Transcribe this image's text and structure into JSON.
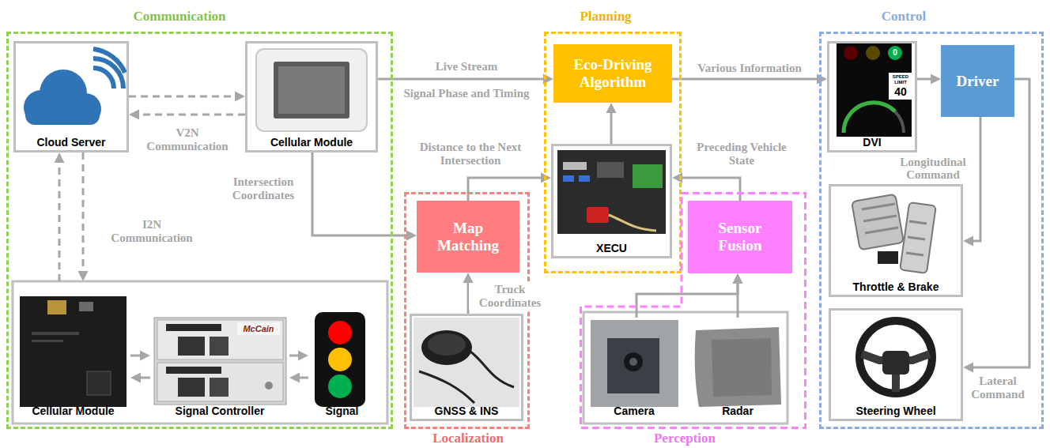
{
  "diagram": {
    "nodes": [
      {
        "text": [
          "Communication"
        ]
      },
      {
        "text": [
          "Cloud Server"
        ],
        "in": 0
      },
      {
        "text": [
          "Cellular Module"
        ],
        "in": 0
      },
      {
        "text": [
          "Cellular Module"
        ],
        "in": 0
      },
      {
        "text": [
          "Signal Controller"
        ],
        "in": 0
      },
      {
        "text": [
          "Signal"
        ],
        "in": 0
      },
      {
        "text": [
          "Planning"
        ]
      },
      {
        "text": [
          "Eco-Driving Algorithm"
        ],
        "in": 6
      },
      {
        "text": [
          "XECU"
        ],
        "in": 6
      },
      {
        "text": [
          "Control"
        ]
      },
      {
        "text": [
          "DVI"
        ],
        "in": 9
      },
      {
        "text": [
          "Driver"
        ],
        "in": 9
      },
      {
        "text": [
          "Throttle & Brake"
        ],
        "in": 9
      },
      {
        "text": [
          "Steering Wheel"
        ],
        "in": 9
      },
      {
        "text": [
          "Localization"
        ]
      },
      {
        "text": [
          "Map Matching"
        ],
        "in": 14
      },
      {
        "text": [
          "GNSS & INS"
        ],
        "in": 14
      },
      {
        "text": [
          "Perception"
        ]
      },
      {
        "text": [
          "Sensor Fusion"
        ],
        "in": 17
      },
      {
        "text": [
          "Camera"
        ],
        "in": 17
      },
      {
        "text": [
          "Radar"
        ],
        "in": 17
      }
    ],
    "edges": [
      {
        "from": 1,
        "to": 2,
        "arrow": "to",
        "label": "V2N Communication"
      },
      {
        "from": 2,
        "to": 1,
        "arrow": "to"
      },
      {
        "from": 1,
        "to": 3,
        "arrow": "to",
        "label": "I2N Communication"
      },
      {
        "from": 3,
        "to": 1,
        "arrow": "to"
      },
      {
        "from": 3,
        "to": 4,
        "arrow": "to"
      },
      {
        "from": 4,
        "to": 3,
        "arrow": "to"
      },
      {
        "from": 4,
        "to": 5,
        "arrow": "to"
      },
      {
        "from": 5,
        "to": 4,
        "arrow": "to"
      },
      {
        "from": 2,
        "to": 7,
        "arrow": "to",
        "label": "Live Stream"
      },
      {
        "from": 2,
        "to": 15,
        "arrow": "to",
        "label": "Intersection Coordinates"
      },
      {
        "from": 8,
        "to": 7,
        "arrow": "to"
      },
      {
        "from": 16,
        "to": 15,
        "arrow": "to",
        "label": "Truck Coordinates"
      },
      {
        "from": 15,
        "to": 8,
        "arrow": "to",
        "label": "Distance to the Next Intersection"
      },
      {
        "from": 19,
        "to": 18,
        "arrow": "to"
      },
      {
        "from": 20,
        "to": 18,
        "arrow": "to"
      },
      {
        "from": 18,
        "to": 8,
        "arrow": "to",
        "label": "Preceding Vehicle State"
      },
      {
        "from": 7,
        "to": 10,
        "arrow": "to",
        "label": "Various Information"
      },
      {
        "from": 10,
        "to": 11,
        "arrow": "to"
      },
      {
        "from": 11,
        "to": 12,
        "arrow": "to",
        "label": "Longitudinal Command"
      },
      {
        "from": 11,
        "to": 13,
        "arrow": "to",
        "label": "Lateral Command"
      }
    ],
    "labels": [
      "Signal Phase and Timing",
      "McCain",
      "0",
      "SPEED LIMIT",
      "40"
    ]
  }
}
